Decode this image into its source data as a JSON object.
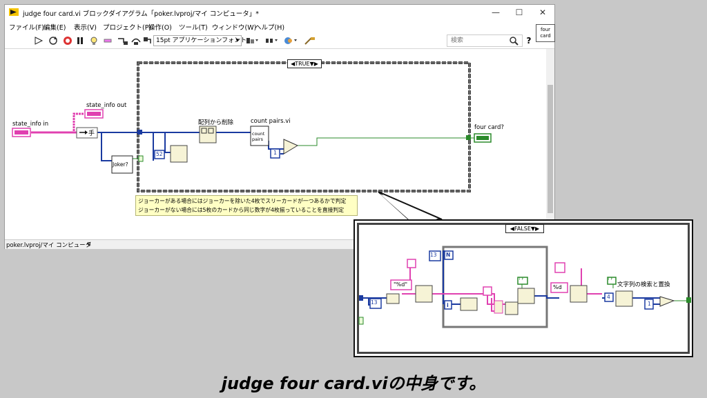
{
  "window": {
    "title": "judge four card.vi ブロックダイアグラム「poker.lvproj/マイ コンピュータ」*",
    "minimize": "—",
    "maximize": "☐",
    "close": "✕"
  },
  "menu": [
    "ファイル(F)",
    "編集(E)",
    "表示(V)",
    "プロジェクト(P)",
    "操作(O)",
    "ツール(T)",
    "ウィンドウ(W)",
    "ヘルプ(H)"
  ],
  "toolbar": {
    "font": "15pt アプリケーションフォント",
    "search_placeholder": "検索",
    "help": "?"
  },
  "connector_pane": "four card",
  "diagram": {
    "case_selector": "TRUE",
    "state_info_in": "state_info in",
    "state_info_out": "state_info out",
    "hand": "手",
    "joker": "Joker?",
    "delete_from_array": "配列から削除",
    "const_52": "52",
    "count_pairs_vi": "count pairs.vi",
    "count_pairs_icon": "count pairs",
    "const_1": "1",
    "four_card": "four card?",
    "comment": [
      "ジョーカーがある場合にはジョーカーを除いた4枚でスリーカードが一つあるかで判定",
      "ジョーカーがない場合には5枚のカードから同じ数字が4枚揃っていることを直接判定"
    ]
  },
  "callout": {
    "case_selector": "FALSE",
    "const_13a": "13",
    "loop_n": "N",
    "format_a": "\"%d\"",
    "const_13b": "13",
    "loop_i": "i",
    "format_b": "%d",
    "const_4": "4",
    "search_replace": "文字列の検索と置換",
    "const_1": "1",
    "tf_a": "T F",
    "tf_b": "T F"
  },
  "status": {
    "project": "poker.lvproj/マイ コンピュータ",
    "arrow": "<"
  },
  "caption": "judge four card.viの中身です。"
}
